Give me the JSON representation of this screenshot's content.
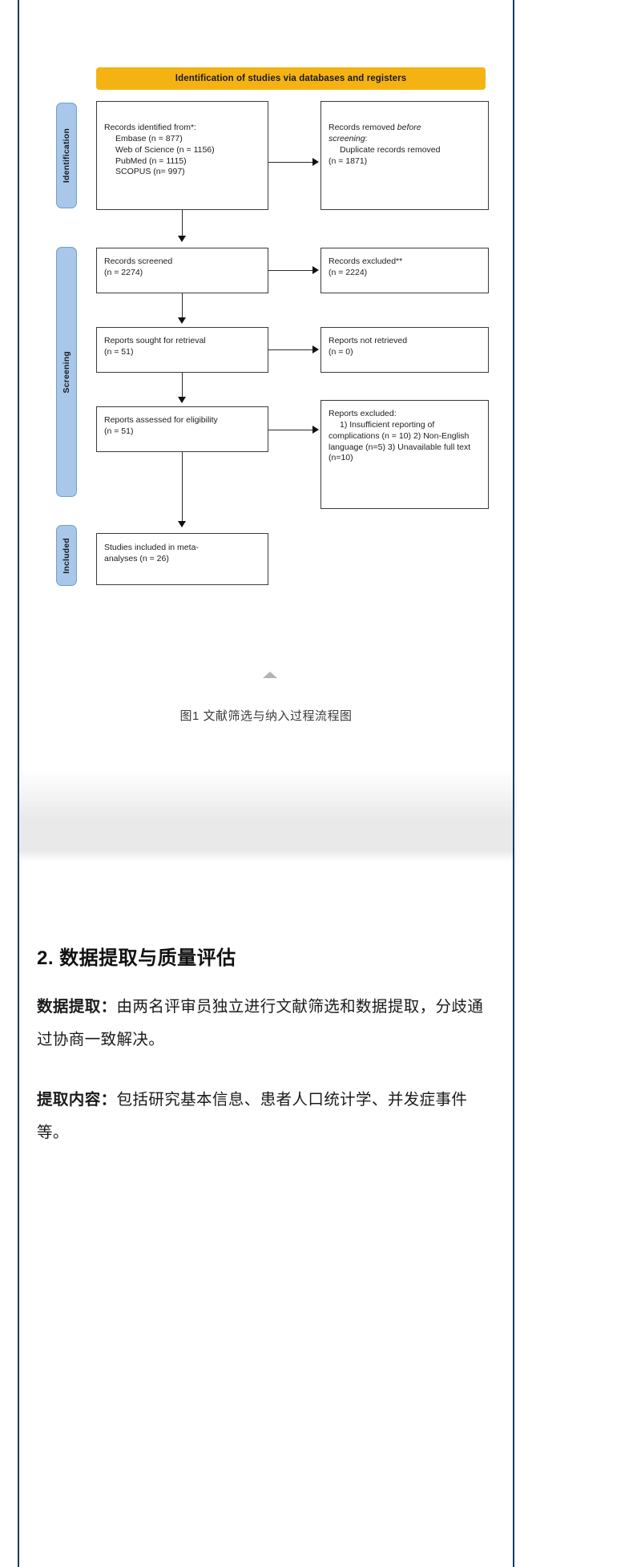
{
  "figure": {
    "banner": "Identification of studies via databases and registers",
    "stages": [
      {
        "id": "identification",
        "label": "Identification"
      },
      {
        "id": "screening",
        "label": "Screening"
      },
      {
        "id": "included",
        "label": "Included"
      }
    ],
    "boxes": {
      "identified": {
        "title": "Records identified from*:",
        "items": [
          "Embase (n = 877)",
          "Web of Science (n = 1156)",
          "PubMed (n = 1115)",
          "SCOPUS (n= 997)"
        ]
      },
      "removed": {
        "title_a": "Records removed ",
        "title_b": "before",
        "title_c": "screening",
        "title_d": ":",
        "items": [
          "Duplicate records removed"
        ],
        "count": "(n = 1871)"
      },
      "screened": {
        "title": "Records screened",
        "count": "(n = 2274)"
      },
      "excluded": {
        "title": "Records excluded**",
        "count": "(n = 2224)"
      },
      "sought": {
        "title": "Reports sought for retrieval",
        "count": "(n = 51)"
      },
      "not_retrieved": {
        "title": "Reports not retrieved",
        "count": "(n = 0)"
      },
      "assessed": {
        "title": "Reports assessed for eligibility",
        "count": "(n = 51)"
      },
      "reports_excluded": {
        "title": "Reports excluded:",
        "items": [
          "1) Insufficient reporting of",
          "complications (n = 10)",
          "2) Non-English language",
          "(n=5)",
          "3) Unavailable full text (n=10)"
        ]
      },
      "included": {
        "title": "Studies included in meta-",
        "line2": "analyses (n = 26)"
      }
    },
    "caption": "图1  文献筛选与纳入过程流程图",
    "colors": {
      "banner": "#f5b313",
      "stage_tab": "#a9c7e8",
      "stage_tab_border": "#6f9ed1",
      "box_border": "#3b3b3b",
      "rule": "#1b3a63"
    }
  },
  "article": {
    "heading": "2. 数据提取与质量评估",
    "paragraphs": [
      {
        "lead": "数据提取：",
        "rest": "由两名评审员独立进行文献筛选和数据提取，分歧通过协商一致解决。"
      },
      {
        "lead": "提取内容：",
        "rest": "包括研究基本信息、患者人口统计学、并发症事件等。"
      }
    ]
  }
}
